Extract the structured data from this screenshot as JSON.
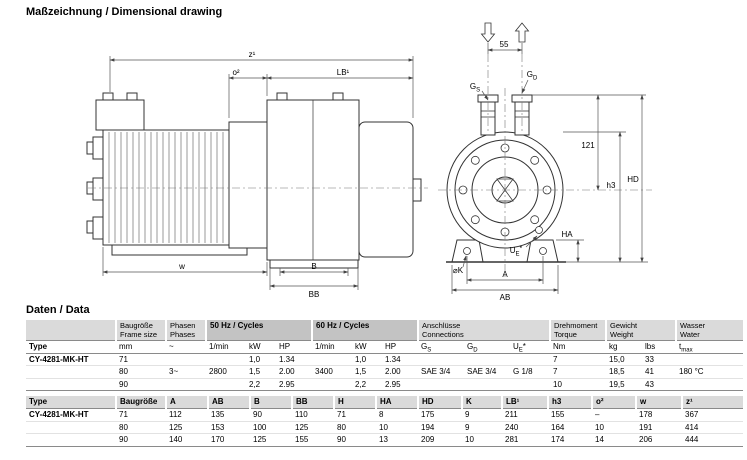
{
  "title": "Maßzeichnung / Dimensional drawing",
  "section_title": "Daten / Data",
  "drawing": {
    "labels": {
      "z1": "z¹",
      "o2": "o²",
      "lb1": "LB¹",
      "w": "w",
      "b": "B",
      "bb": "BB",
      "d55": "55",
      "g": "G",
      "s": "S",
      "d": "D",
      "d121": "121",
      "hd": "HD",
      "h3": "h3",
      "ha": "HA",
      "k": "⌀K",
      "a": "A",
      "ab": "AB",
      "u": "U",
      "e": "E",
      "star": "*"
    }
  },
  "table1": {
    "groups": {
      "size_de": "Baugröße",
      "size_en": "Frame size",
      "phases_de": "Phasen",
      "phases_en": "Phases",
      "hz50": "50 Hz / Cycles",
      "hz60": "60 Hz / Cycles",
      "conn_de": "Anschlüsse",
      "conn_en": "Connections",
      "torque_de": "Drehmoment",
      "torque_en": "Torque",
      "weight_de": "Gewicht",
      "weight_en": "Weight",
      "water_de": "Wasser",
      "water_en": "Water"
    },
    "units": {
      "type": "Type",
      "mm": "mm",
      "phases": "~",
      "rpm1": "1/min",
      "kw1": "kW",
      "hp1": "HP",
      "rpm2": "1/min",
      "kw2": "kW",
      "hp2": "HP",
      "g": "G",
      "s_sub": "S",
      "d_sub": "D",
      "u": "U",
      "e_sub": "E",
      "star": "*",
      "nm": "Nm",
      "kg": "kg",
      "lbs": "lbs",
      "t": "t",
      "max_sub": "max"
    },
    "rows": [
      [
        "CY-4281-MK-HT",
        "71",
        "",
        "",
        "1,0",
        "1.34",
        "",
        "1,0",
        "1.34",
        "",
        "",
        "",
        "7",
        "15,0",
        "33",
        ""
      ],
      [
        "",
        "80",
        "3~",
        "2800",
        "1,5",
        "2.00",
        "3400",
        "1,5",
        "2.00",
        "SAE 3/4",
        "SAE 3/4",
        "G 1/8",
        "7",
        "18,5",
        "41",
        "180 °C"
      ],
      [
        "",
        "90",
        "",
        "",
        "2,2",
        "2.95",
        "",
        "2,2",
        "2.95",
        "",
        "",
        "",
        "10",
        "19,5",
        "43",
        ""
      ]
    ]
  },
  "table2": {
    "headers": [
      "Type",
      "Baugröße",
      "A",
      "AB",
      "B",
      "BB",
      "H",
      "HA",
      "HD",
      "K",
      "LB¹",
      "h3",
      "o²",
      "w",
      "z¹"
    ],
    "rows": [
      [
        "CY-4281-MK-HT",
        "71",
        "112",
        "135",
        "90",
        "110",
        "71",
        "8",
        "175",
        "9",
        "211",
        "155",
        "–",
        "178",
        "367"
      ],
      [
        "",
        "80",
        "125",
        "153",
        "100",
        "125",
        "80",
        "10",
        "194",
        "9",
        "240",
        "164",
        "10",
        "191",
        "414"
      ],
      [
        "",
        "90",
        "140",
        "170",
        "125",
        "155",
        "90",
        "13",
        "209",
        "10",
        "281",
        "174",
        "14",
        "206",
        "444"
      ]
    ]
  }
}
